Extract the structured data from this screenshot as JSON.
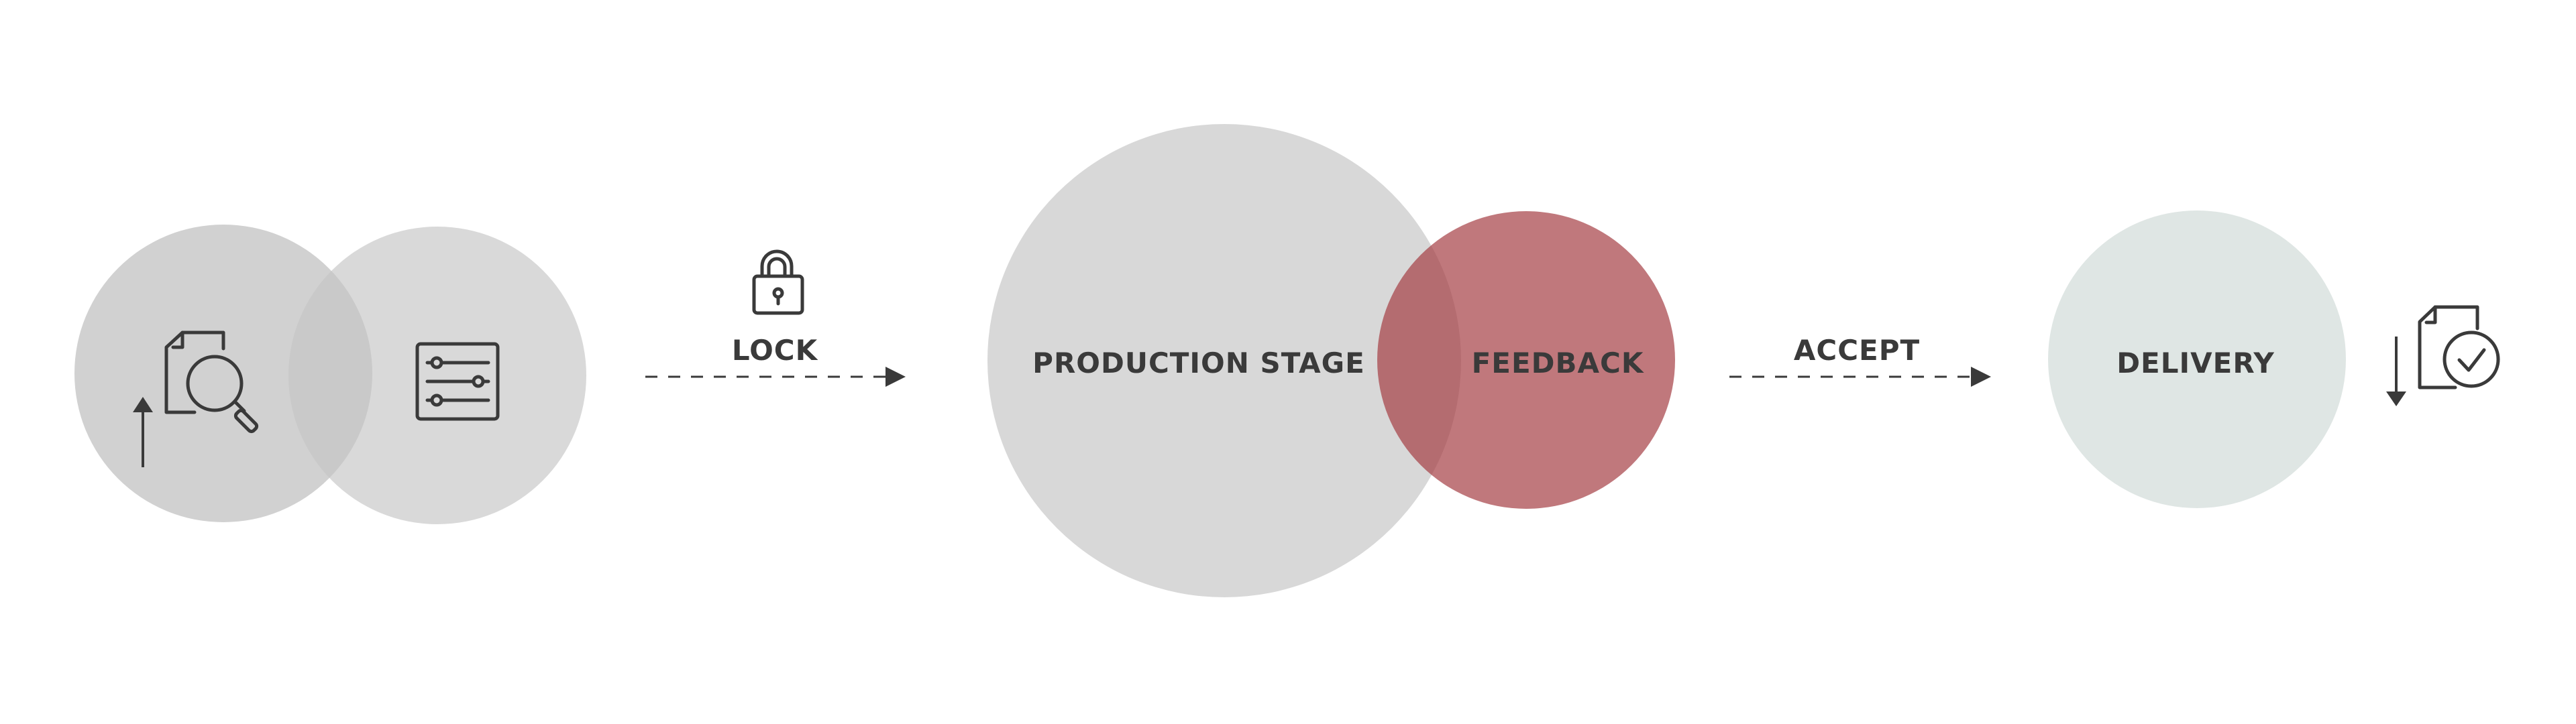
{
  "diagram": {
    "stage_label": "PRODUCTION STAGE",
    "feedback_label": "FEEDBACK",
    "delivery_label": "DELIVERY",
    "lock_label": "LOCK",
    "accept_label": "ACCEPT"
  },
  "colors": {
    "background": "#ffffff",
    "circle_grey": "#d3d3d3",
    "feedback": "#b7585d",
    "delivery": "#dfe6e4",
    "ink": "#3a3a3a"
  },
  "icons": [
    "document-search-icon",
    "settings-sliders-icon",
    "arrow-up-icon",
    "padlock-icon",
    "arrow-down-icon",
    "document-check-icon"
  ]
}
